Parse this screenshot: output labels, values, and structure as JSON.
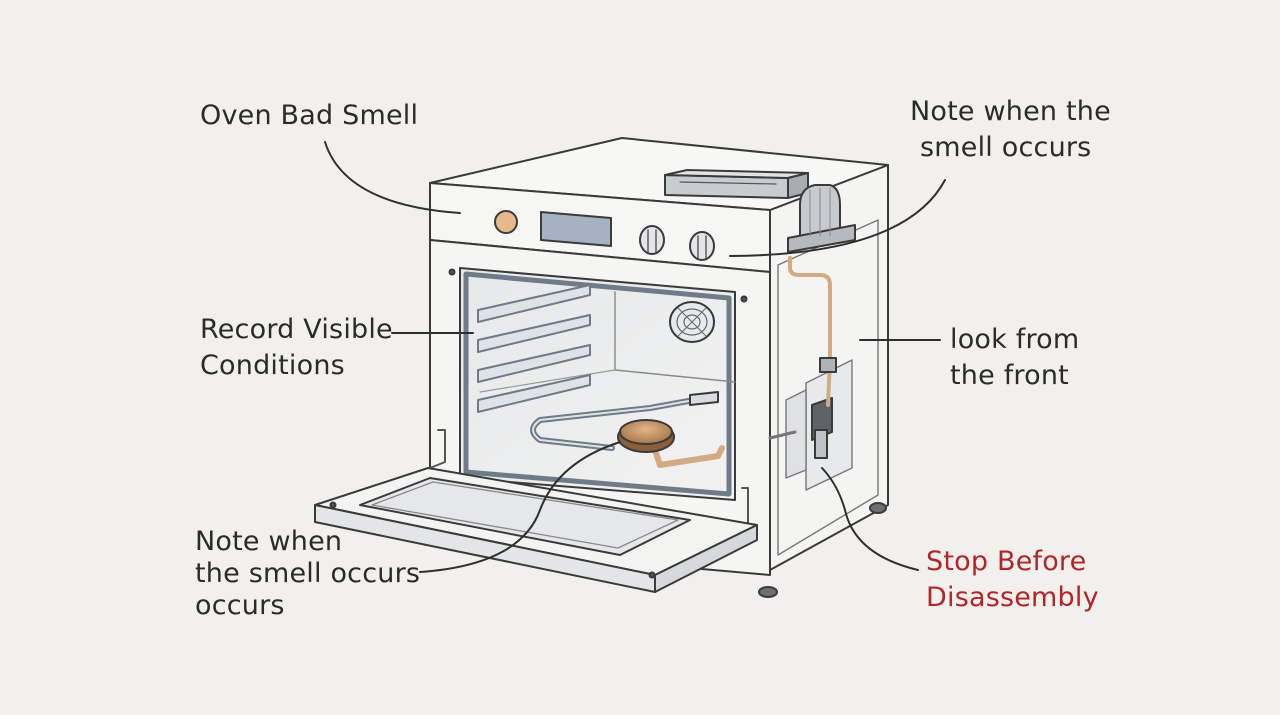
{
  "labels": {
    "oven_bad_smell": "Oven Bad Smell",
    "note_top": [
      "Note when the",
      "smell occurs"
    ],
    "record_visible": [
      "Record Visible",
      "Conditions"
    ],
    "look_front": [
      "look from",
      "the front"
    ],
    "note_bottom": [
      "Note when",
      "the smell occurs",
      "occurs"
    ],
    "stop_before": [
      "Stop Before",
      "Disassembly"
    ]
  },
  "colors": {
    "background": "#f1f0ec",
    "ink": "#2b2b2b",
    "warning": "#b2252b",
    "copper": "#d2aa84",
    "burner": "#c79363"
  }
}
